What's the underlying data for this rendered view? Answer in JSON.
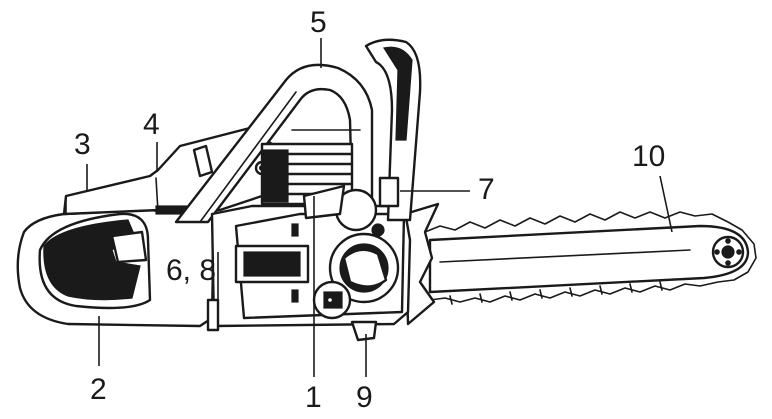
{
  "callouts": [
    {
      "id": "1",
      "text": "1"
    },
    {
      "id": "2",
      "text": "2"
    },
    {
      "id": "3",
      "text": "3"
    },
    {
      "id": "4",
      "text": "4"
    },
    {
      "id": "5",
      "text": "5"
    },
    {
      "id": "6-8",
      "text": "6, 8"
    },
    {
      "id": "7",
      "text": "7"
    },
    {
      "id": "9",
      "text": "9"
    },
    {
      "id": "10",
      "text": "10"
    }
  ],
  "colors": {
    "line": "#1a1a1a",
    "background": "#ffffff"
  }
}
